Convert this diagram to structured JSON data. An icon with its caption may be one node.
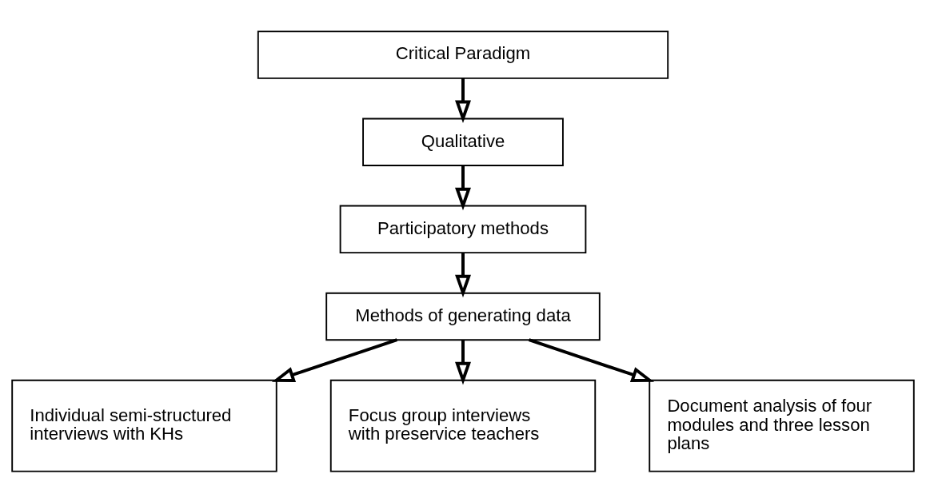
{
  "diagram": {
    "nodes": [
      {
        "text": [
          "Critical Paradigm"
        ]
      },
      {
        "text": [
          "Qualitative"
        ]
      },
      {
        "text": [
          "Participatory methods"
        ]
      },
      {
        "text": [
          "Methods of generating data"
        ]
      },
      {
        "text": [
          "Individual semi-structured interviews with KHs"
        ]
      },
      {
        "text": [
          "Focus group interviews with preservice teachers"
        ]
      },
      {
        "text": [
          "Document analysis of four modules and three lesson plans"
        ]
      }
    ],
    "edges": [
      {
        "from": 0,
        "to": 1,
        "arrow": "to"
      },
      {
        "from": 1,
        "to": 2,
        "arrow": "to"
      },
      {
        "from": 2,
        "to": 3,
        "arrow": "to"
      },
      {
        "from": 3,
        "to": 4,
        "arrow": "to"
      },
      {
        "from": 3,
        "to": 5,
        "arrow": "to"
      },
      {
        "from": 3,
        "to": 6,
        "arrow": "to"
      }
    ]
  }
}
